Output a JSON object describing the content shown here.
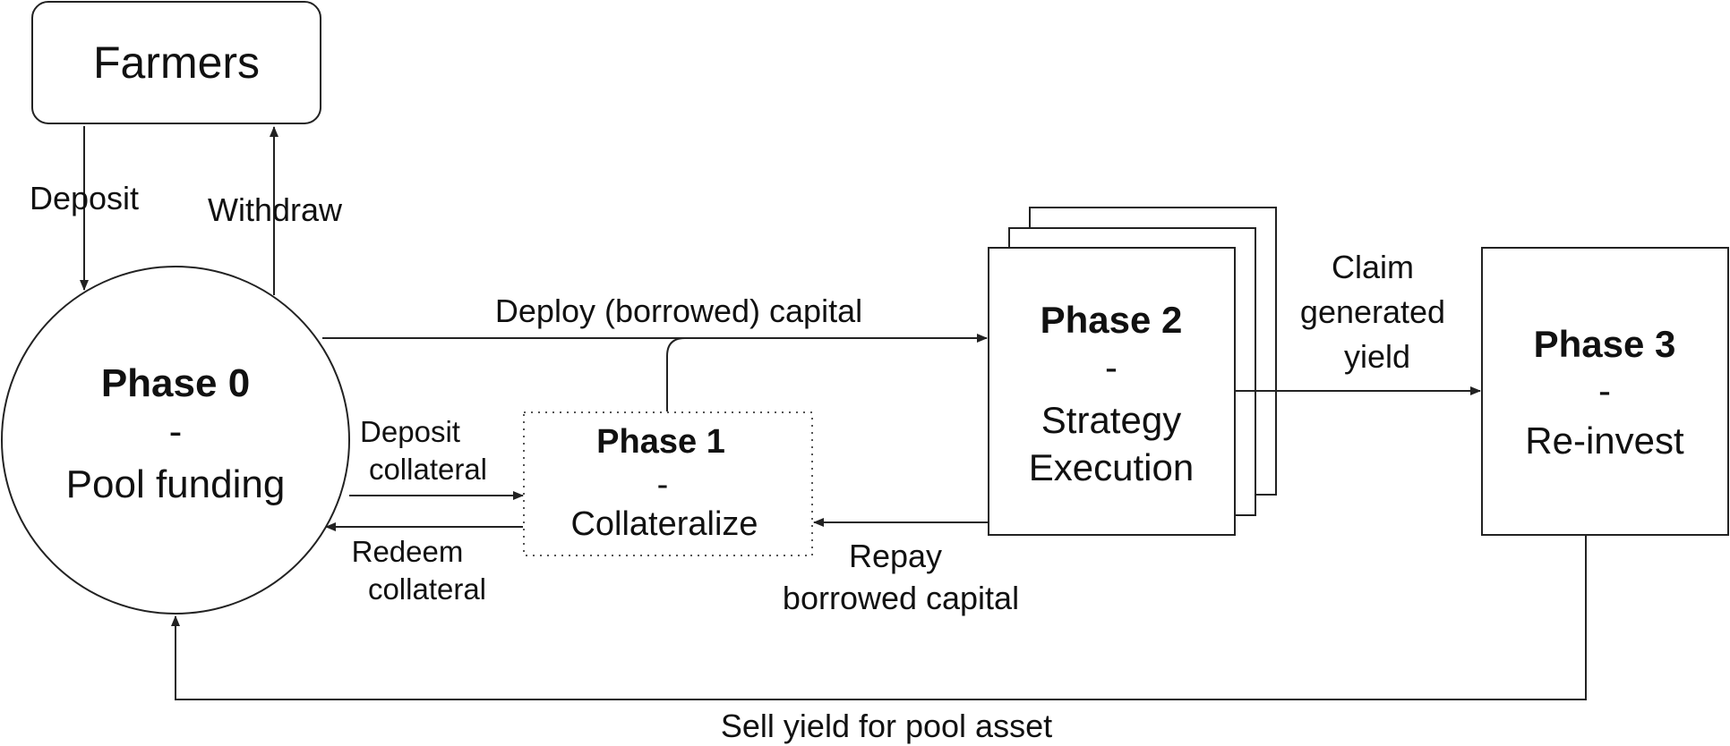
{
  "nodes": {
    "farmers": {
      "label": "Farmers"
    },
    "phase0": {
      "title": "Phase 0",
      "dash": "-",
      "subtitle": "Pool funding"
    },
    "phase1": {
      "title": "Phase 1",
      "dash": "-",
      "subtitle": "Collateralize"
    },
    "phase2": {
      "title": "Phase 2",
      "dash": "-",
      "subtitle_line1": "Strategy",
      "subtitle_line2": "Execution"
    },
    "phase3": {
      "title": "Phase 3",
      "dash": "-",
      "subtitle": "Re-invest"
    }
  },
  "edges": {
    "deposit": "Deposit",
    "withdraw": "Withdraw",
    "deploy_capital": "Deploy (borrowed) capital",
    "deposit_collateral_line1": "Deposit",
    "deposit_collateral_line2": "collateral",
    "redeem_collateral_line1": "Redeem",
    "redeem_collateral_line2": "collateral",
    "claim_yield_line1": "Claim",
    "claim_yield_line2": "generated",
    "claim_yield_line3": "yield",
    "repay_line1": "Repay",
    "repay_line2": "borrowed capital",
    "sell_yield": "Sell yield for pool asset"
  },
  "colors": {
    "stroke": "#222222",
    "text": "#111111",
    "background": "#ffffff"
  }
}
